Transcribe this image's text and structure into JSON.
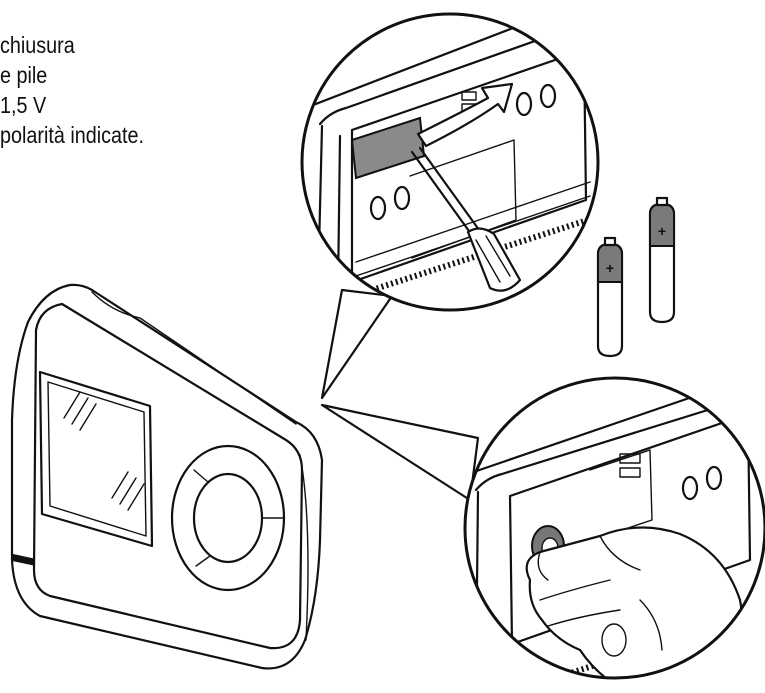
{
  "instructions": {
    "lines": [
      "chiusura",
      "e pile",
      "1,5 V",
      "polarità indicate."
    ]
  },
  "colors": {
    "ink": "#111111",
    "battery_cap": "#7a7a7a",
    "background": "#ffffff"
  },
  "icons": {
    "battery_plus": "+",
    "battery_minus": "−",
    "direction": "curved-arrow"
  }
}
